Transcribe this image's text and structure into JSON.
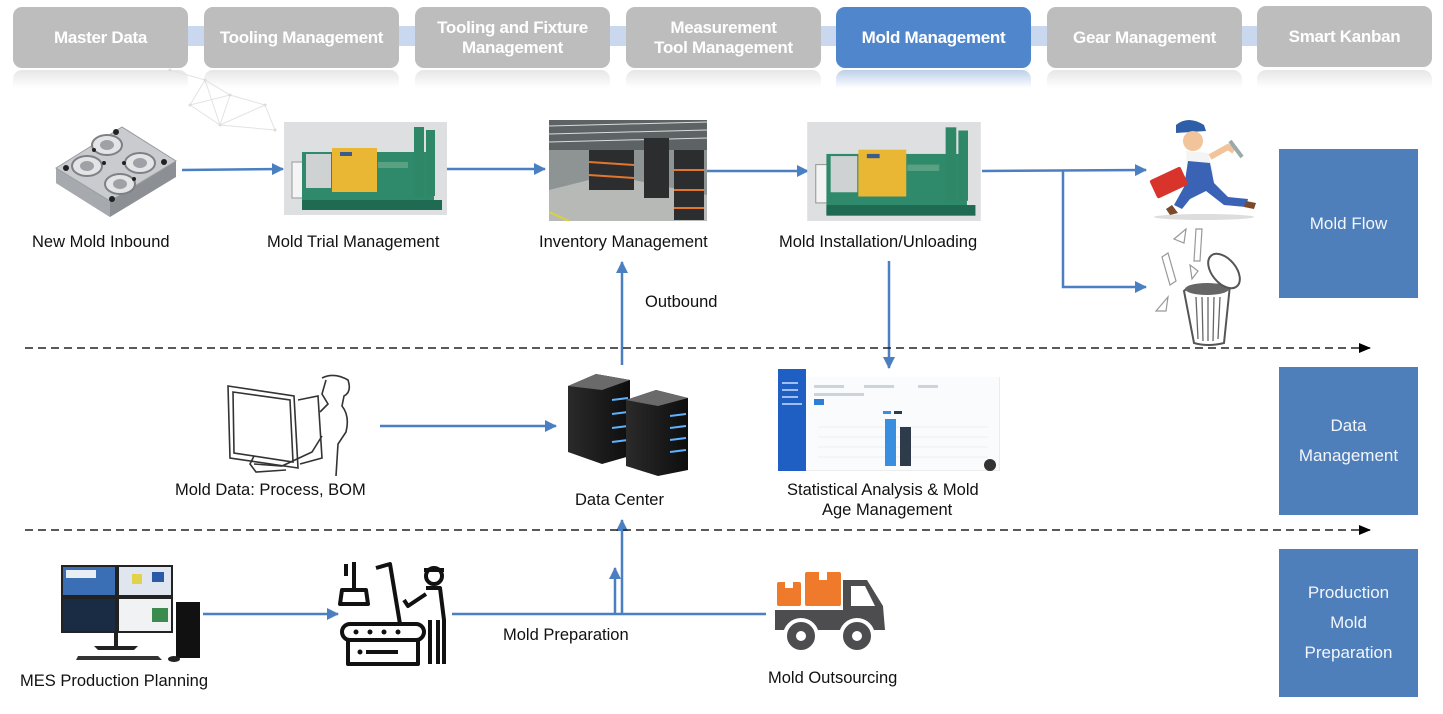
{
  "tabs": [
    {
      "label": "Master Data",
      "active": false
    },
    {
      "label": "Tooling Management",
      "active": false
    },
    {
      "label": "Tooling and Fixture Management",
      "active": false
    },
    {
      "label": "Measurement Tool Management",
      "active": false
    },
    {
      "label": "Mold Management",
      "active": true
    },
    {
      "label": "Gear Management",
      "active": false
    },
    {
      "label": "Smart Kanban",
      "active": false
    }
  ],
  "tab_lines": {
    "t3a": "Tooling and Fixture",
    "t3b": "Management",
    "t4a": "Measurement",
    "t4b": "Tool Management"
  },
  "colors": {
    "active_tab": "#5087cc",
    "inactive_tab": "#bdbdbd",
    "connector": "#c9d8ee",
    "lane_box": "#4f7fbb",
    "arrow": "#4a7fc1",
    "truck_box": "#f07a2b",
    "truck_body": "#4d4d4f"
  },
  "nodes": {
    "new_mold_inbound": "New Mold Inbound",
    "mold_trial": "Mold Trial Management",
    "inventory": "Inventory Management",
    "installation": "Mold Installation/Unloading",
    "outbound": "Outbound",
    "mold_data": "Mold Data: Process, BOM",
    "data_center": "Data Center",
    "stats_a": "Statistical Analysis & Mold",
    "stats_b": "Age Management",
    "mes": "MES Production Planning",
    "mold_prep": "Mold Preparation",
    "outsourcing": "Mold Outsourcing"
  },
  "lanes": {
    "flow": "Mold Flow",
    "data_a": "Data",
    "data_b": "Management",
    "prod_a": "Production",
    "prod_b": "Mold",
    "prod_c": "Preparation"
  },
  "icons": {
    "mold": "mold-block-icon",
    "machine": "die-casting-machine-icon",
    "warehouse": "warehouse-icon",
    "worker": "repair-worker-icon",
    "scrap": "scrap-bin-icon",
    "operator": "operator-monitor-icon",
    "server": "server-icon",
    "dashboard": "dashboard-screenshot-icon",
    "mes": "workstation-icon",
    "assembly": "assembly-line-icon",
    "truck": "delivery-truck-icon"
  }
}
